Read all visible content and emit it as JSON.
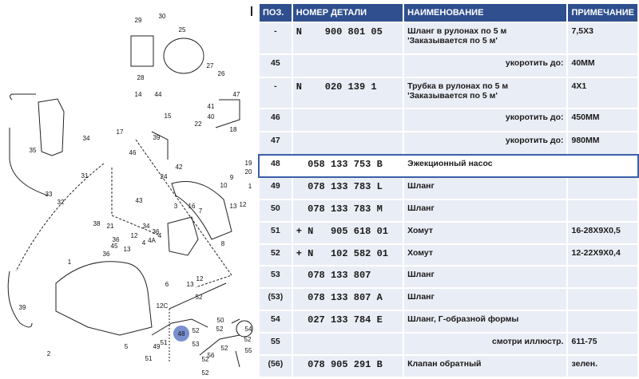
{
  "table": {
    "headers": {
      "pos": "ПОЗ.",
      "number": "НОМЕР ДЕТАЛИ",
      "name": "НАИМЕНОВАНИЕ",
      "note": "ПРИМЕЧАНИЕ"
    },
    "rows": [
      {
        "pos": "-",
        "number": "N    900 801 05",
        "name": "Шланг в рулонах по 5 м",
        "name2": "'Заказывается по 5 м'",
        "note": "7,5X3",
        "h": 38
      },
      {
        "pos": "45",
        "number": "",
        "name": "укоротить до:",
        "note": "40MM",
        "right": true,
        "h": 27
      },
      {
        "pos": "-",
        "number": "N    020 139 1",
        "name": "Трубка в рулонах по 5 м",
        "name2": "'Заказывается по 5 м'",
        "note": "4X1",
        "h": 37
      },
      {
        "pos": "46",
        "number": "",
        "name": "укоротить до:",
        "note": "450MM",
        "right": true,
        "h": 27
      },
      {
        "pos": "47",
        "number": "",
        "name": "укоротить до:",
        "note": "980MM",
        "right": true,
        "h": 27
      },
      {
        "pos": "48",
        "number": "  058 133 753 B",
        "name": "Эжекционный насос",
        "note": "",
        "selected": true,
        "h": 26
      },
      {
        "pos": "49",
        "number": "  078 133 783 L",
        "name": "Шланг",
        "note": "",
        "h": 26
      },
      {
        "pos": "50",
        "number": "  078 133 783 M",
        "name": "Шланг",
        "note": "",
        "h": 26
      },
      {
        "pos": "51",
        "number": "+ N   905 618 01",
        "name": "Хомут",
        "note": "16-28X9X0,5",
        "h": 26
      },
      {
        "pos": "52",
        "number": "+ N   102 582 01",
        "name": "Хомут",
        "note": "12-22X9X0,4",
        "h": 25
      },
      {
        "pos": "53",
        "number": "  078 133 807",
        "name": "Шланг",
        "note": "",
        "h": 26
      },
      {
        "pos": "(53)",
        "number": "  078 133 807 A",
        "name": "Шланг",
        "note": "",
        "h": 26
      },
      {
        "pos": "54",
        "number": "  027 133 784 E",
        "name": "Шланг, Г-образной формы",
        "note": "",
        "h": 26
      },
      {
        "pos": "55",
        "number": "",
        "name": "смотри иллюстр.",
        "note": "611-75",
        "right": true,
        "h": 26
      },
      {
        "pos": "(56)",
        "number": "  078 905 291 B",
        "name": "Клапан обратный",
        "note": "зелен.",
        "h": 26
      }
    ]
  },
  "diagram": {
    "labels": [
      "29",
      "30",
      "25",
      "28",
      "27",
      "26",
      "14",
      "44",
      "47",
      "41",
      "15",
      "40",
      "17",
      "39",
      "22",
      "18",
      "34",
      "35",
      "46",
      "42",
      "19",
      "20",
      "31",
      "24",
      "33",
      "32",
      "9",
      "10",
      "1",
      "43",
      "16",
      "3",
      "7",
      "13",
      "12",
      "21",
      "34",
      "36",
      "38",
      "8",
      "12",
      "36",
      "45",
      "4A",
      "4",
      "4",
      "13",
      "36",
      "1",
      "6",
      "13",
      "12",
      "39",
      "12C",
      "52",
      "50",
      "52",
      "52",
      "54",
      "51",
      "49",
      "53",
      "52",
      "52",
      "55",
      "56",
      "52",
      "2",
      "5",
      "51",
      "52"
    ],
    "highlight": "48",
    "highlight_color": "#7b8fd0"
  },
  "colors": {
    "header_bg": "#2f4f8e",
    "row_bg": "#e9edf5",
    "selected_border": "#3a5ea8"
  }
}
